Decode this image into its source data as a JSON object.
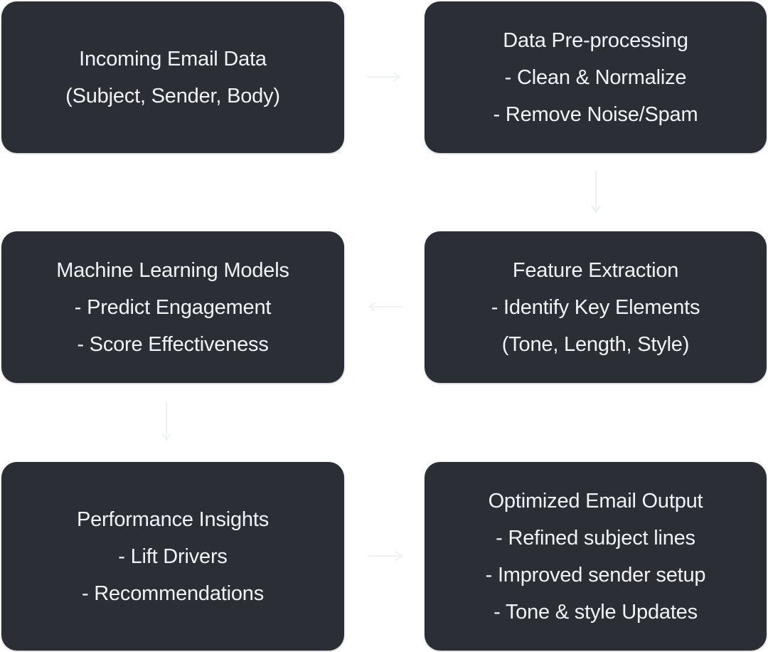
{
  "nodes": [
    {
      "id": "incoming-email-data",
      "lines": [
        "Incoming Email Data",
        "(Subject, Sender, Body)"
      ]
    },
    {
      "id": "data-pre-processing",
      "lines": [
        "Data Pre-processing",
        "- Clean & Normalize",
        "- Remove Noise/Spam"
      ]
    },
    {
      "id": "machine-learning-models",
      "lines": [
        "Machine Learning Models",
        "- Predict Engagement",
        "- Score Effectiveness"
      ]
    },
    {
      "id": "feature-extraction",
      "lines": [
        "Feature Extraction",
        "- Identify Key Elements",
        "(Tone, Length, Style)"
      ]
    },
    {
      "id": "performance-insights",
      "lines": [
        "Performance Insights",
        "- Lift Drivers",
        "- Recommendations"
      ]
    },
    {
      "id": "optimized-email-output",
      "lines": [
        "Optimized Email Output",
        "- Refined subject lines",
        "- Improved sender setup",
        "- Tone & style Updates"
      ]
    }
  ],
  "colors": {
    "node_fill": "#2b2e35",
    "node_text": "#f2f3f5",
    "background": "#ffffff",
    "connector": "#f1f2f4"
  }
}
